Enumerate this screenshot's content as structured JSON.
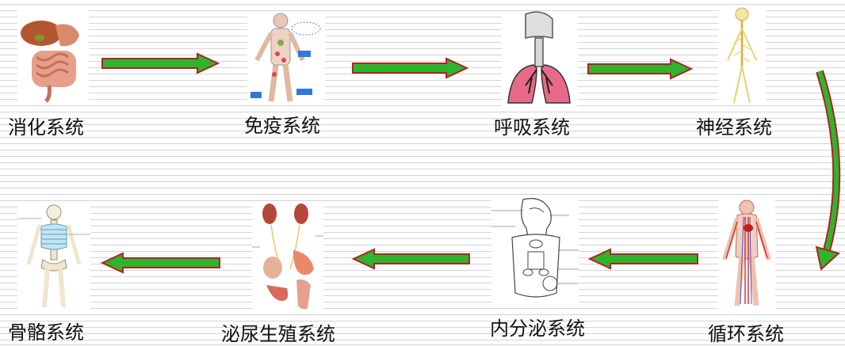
{
  "systems": {
    "digestive": "消化系统",
    "immune": "免疫系统",
    "respiratory": "呼吸系统",
    "nervous": "神经系统",
    "circulatory": "循环系统",
    "endocrine": "内分泌系统",
    "urogenital": "泌尿生殖系统",
    "skeletal": "骨骼系统"
  },
  "colors": {
    "arrow_fill": "#2db52d",
    "arrow_outline": "#b22222"
  }
}
